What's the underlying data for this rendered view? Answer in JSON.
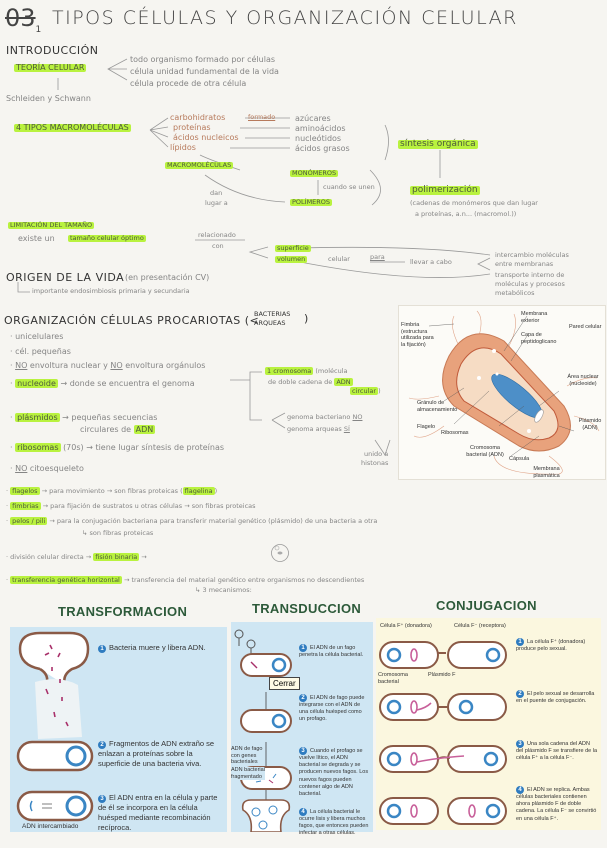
{
  "title": {
    "number": "03",
    "sub": "1",
    "text": "TIPOS CÉLULAS  Y  ORGANIZACIÓN CELULAR"
  },
  "intro": {
    "heading": "INTRODUCCIÓN",
    "teoria": "TEORÍA CELULAR",
    "teoria_points": [
      "todo organismo formado por células",
      "célula unidad fundamental de la vida",
      "célula procede de otra célula"
    ],
    "authors": "Schleiden y Schwann",
    "macro_heading": "4 TIPOS MACROMOLÉCULAS",
    "macros": [
      "carbohidratos",
      "proteínas",
      "ácidos nucleicos",
      "lípidos"
    ],
    "formado": "formado",
    "monomers": [
      "azúcares",
      "aminoácidos",
      "nucleótidos",
      "ácidos grasos"
    ],
    "macromoleculas": "MACROMOLÉCULAS",
    "monomeros": "MONÓMEROS",
    "cuando": "cuando se unen",
    "dan": "dan",
    "lugar": "lugar a",
    "polimeros": "POLÍMEROS",
    "sintesis": "síntesis orgánica",
    "polimerizacion": "polimerización",
    "polimerizacion_desc": [
      "(cadenas de monómeros que dan lugar",
      "a proteínas, a.n... (macromol.))"
    ]
  },
  "limit": {
    "heading": "LIMITACIÓN DEL TAMAÑO",
    "existe": "existe un",
    "tamano": "tamaño celular óptimo",
    "relacionado": "relacionado",
    "con": "con",
    "superficie": "superficie",
    "volumen": "volumen",
    "celular": "celular",
    "para": "para",
    "llevar": "llevar a cabo",
    "outcomes": [
      "intercambio moléculas",
      "entre membranas",
      "transporte interno de",
      "moléculas y procesos",
      "metabólicos"
    ]
  },
  "origen": {
    "heading": "ORIGEN DE LA VIDA",
    "note": "(en presentación CV)",
    "sub": "importante endosimbiosis primaria y secundaria"
  },
  "proc": {
    "heading": "ORGANIZACIÓN CÉLULAS PROCARIOTAS (<",
    "groups": [
      "BACTERIAS",
      "ARQUEAS"
    ],
    "close": ")",
    "unicelulares": "unicelulares",
    "pequenas": "cél. pequeñas",
    "no1": "NO",
    "envoltura1": "envoltura nuclear y",
    "no2": "NO",
    "envoltura2": "envoltura orgánulos",
    "nucleoide": "nucleoide",
    "nucleoide_desc": "→ donde se encuentra el genoma",
    "cromosoma": "1 cromosoma",
    "cromosoma_desc1": "(molécula",
    "cromosoma_desc2": "de doble cadena de",
    "adn": "ADN",
    "circular": "circular",
    "cromosoma_close": ")",
    "genoma_bact": "genoma bacteriano",
    "no": "NO",
    "genoma_arq": "genoma arqueas",
    "si": "SÍ",
    "histonas": [
      "unido a",
      "histonas"
    ],
    "plasmidos": "plásmidos",
    "plasmidos_desc1": "→ pequeñas secuencias",
    "plasmidos_desc2": "circulares de",
    "plasmidos_adn": "ADN",
    "ribosomas": "ribosomas",
    "ribosomas_desc": "(70s) → tiene lugar síntesis de proteínas",
    "no3": "NO",
    "citoesqueleto": "citoesqueleto",
    "flagelos": "flagelos",
    "flagelos_desc": "→ para movimiento → son fibras proteicas (",
    "flagelina": "flagelina",
    "flagelos_close": ")",
    "fimbrias": "fimbrias",
    "fimbrias_desc": "→ para fijación de sustratos u otras células → son fibras proteicas",
    "pelos": "pelos / pili",
    "pelos_desc": "→ para la conjugación bacteriana para transferir material genético (plásmido) de una bacteria a otra",
    "pelos_sub": "↳ son fibras proteicas",
    "division": "división celular directa →",
    "fision": "fisión binaria",
    "division_arrow": "→",
    "transferencia": "transferencia genética horizontal",
    "transferencia_desc": "→ transferencia del material genético entre organismos no descendientes",
    "mecanismos": "↳ 3 mecanismos:"
  },
  "bacteria_figure": {
    "labels": [
      "Fimbria (estructura utilizada para la fijación)",
      "Membrana exterior",
      "Capa de peptidoglicano",
      "Pared celular",
      "Área nuclear (nucleoide)",
      "Gránulo de almacenamiento",
      "Flagelo",
      "Ribosomas",
      "Cromosoma bacterial (ADN)",
      "Cápsula",
      "Membrana plasmática",
      "Plásmido (ADN)"
    ],
    "colors": {
      "capsule": "#e8a27c",
      "cytoplasm": "#f6dcc4",
      "nucleoid": "#4d8fc8"
    }
  },
  "transformacion": {
    "title": "TRANSFORMACION",
    "steps": [
      "Bacteria muere y libera ADN.",
      "Fragmentos de ADN extraño se enlazan a proteínas sobre la superficie de una bacteria viva.",
      "El ADN entra en la célula y parte de él se incorpora en la célula huésped mediante recombinación recíproca."
    ],
    "caption": "ADN intercambiado",
    "bg": "#cfe6f3"
  },
  "transduccion": {
    "title": "TRANSDUCCION",
    "steps": [
      "El ADN de un fago penetra la célula bacterial.",
      "El ADN de fago puede integrarse con el ADN de una célula huésped como un profago.",
      "Cuando el profago se vuelve lítico, el ADN bacterial se degrada y se producen nuevos fagos. Los nuevos fagos pueden contener algo de ADN bacterial.",
      "La célula bacterial le ocurre lisis y libera muchos fagos, que entonces pueden infectar a otras células."
    ],
    "tooltip": "Cerrar",
    "label1": "ADN de fago con genes bacteriales",
    "label2": "ADN bacterial fragmentado"
  },
  "conjugacion": {
    "title": "CONJUGACION",
    "donor": "Célula F⁺ (donadora)",
    "recipient": "Célula F⁻ (receptora)",
    "chromosome": "Cromosoma bacterial",
    "plasmid": "Plásmido F",
    "steps": [
      "La célula F⁺ (donadora) produce pelo sexual.",
      "El pelo sexual se desarrolla en el puente de conjugación.",
      "Una sola cadena del ADN del plásmido F se transfiere de la célula F⁺ a la célula F⁻.",
      "El ADN se replica. Ambas células bacteriales contienen ahora plásmido F de doble cadena. La célula F⁻ se convirtió en una célula F⁺."
    ],
    "bg": "#fbf7df"
  },
  "colors": {
    "highlight": "#b9f23f",
    "ink": "#858585",
    "macro_ink": "#b77a5c"
  }
}
